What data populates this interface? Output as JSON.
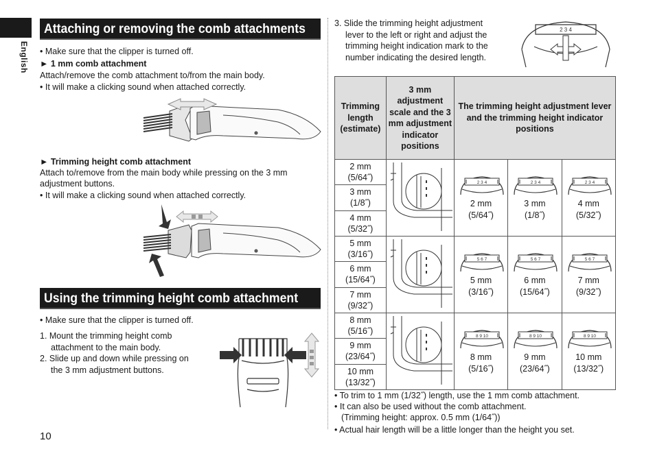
{
  "page": {
    "language_tab": "English",
    "page_number": "10"
  },
  "section1": {
    "title": "Attaching or removing the comb attachments",
    "note": "• Make sure that the clipper is turned off.",
    "sub1_heading": "► 1 mm comb attachment",
    "sub1_line1": "Attach/remove the comb attachment to/from the main body.",
    "sub1_line2": "• It will make a clicking sound when attached correctly.",
    "sub2_heading": "► Trimming height comb attachment",
    "sub2_line1": "Attach to/remove from the main body while pressing on the 3 mm",
    "sub2_line2": "adjustment buttons.",
    "sub2_line3": "• It will make a clicking sound when attached correctly."
  },
  "section2": {
    "title": "Using the trimming height comb attachment",
    "note": "• Make sure that the clipper is turned off.",
    "step1_line1": "1. Mount the trimming height comb",
    "step1_line2": "attachment to the main body.",
    "step2_line1": "2. Slide up and down while pressing on",
    "step2_line2": "the 3 mm adjustment buttons."
  },
  "step3": {
    "line1": "3. Slide the trimming height adjustment",
    "line2": "lever to the left or right and adjust the",
    "line3": "trimming height indication mark to the",
    "line4": "number indicating the desired length."
  },
  "table": {
    "header_col1": "Trimming length (estimate)",
    "header_col2": "3 mm adjustment scale and the 3 mm adjustment indicator positions",
    "header_col3": "The trimming height adjustment lever and the trimming height indicator positions",
    "groups": [
      {
        "lengths": [
          "2 mm (5/64˝)",
          "3 mm (1/8˝)",
          "4 mm (5/32˝)"
        ],
        "dials": [
          {
            "line1": "2 mm",
            "line2": "(5/64˝)",
            "scale": "2 3 4"
          },
          {
            "line1": "3 mm",
            "line2": "(1/8˝)",
            "scale": "2 3 4"
          },
          {
            "line1": "4 mm",
            "line2": "(5/32˝)",
            "scale": "2 3 4"
          }
        ]
      },
      {
        "lengths": [
          "5 mm (3/16˝)",
          "6 mm (15/64˝)",
          "7 mm (9/32˝)"
        ],
        "dials": [
          {
            "line1": "5 mm",
            "line2": "(3/16˝)",
            "scale": "5 6 7"
          },
          {
            "line1": "6 mm",
            "line2": "(15/64˝)",
            "scale": "5 6 7"
          },
          {
            "line1": "7 mm",
            "line2": "(9/32˝)",
            "scale": "5 6 7"
          }
        ]
      },
      {
        "lengths": [
          "8 mm (5/16˝)",
          "9 mm (23/64˝)",
          "10 mm (13/32˝)"
        ],
        "dials": [
          {
            "line1": "8 mm",
            "line2": "(5/16˝)",
            "scale": "8 9 10"
          },
          {
            "line1": "9 mm",
            "line2": "(23/64˝)",
            "scale": "8 9 10"
          },
          {
            "line1": "10 mm",
            "line2": "(13/32˝)",
            "scale": "8 9 10"
          }
        ]
      }
    ]
  },
  "footnotes": {
    "n1": "• To trim to 1 mm (1/32˝) length, use the 1 mm comb attachment.",
    "n2a": "• It can also be used without the comb attachment.",
    "n2b": "(Trimming height: approx. 0.5 mm (1/64˝))",
    "n3": "• Actual hair length will be a little longer than the height you set."
  }
}
